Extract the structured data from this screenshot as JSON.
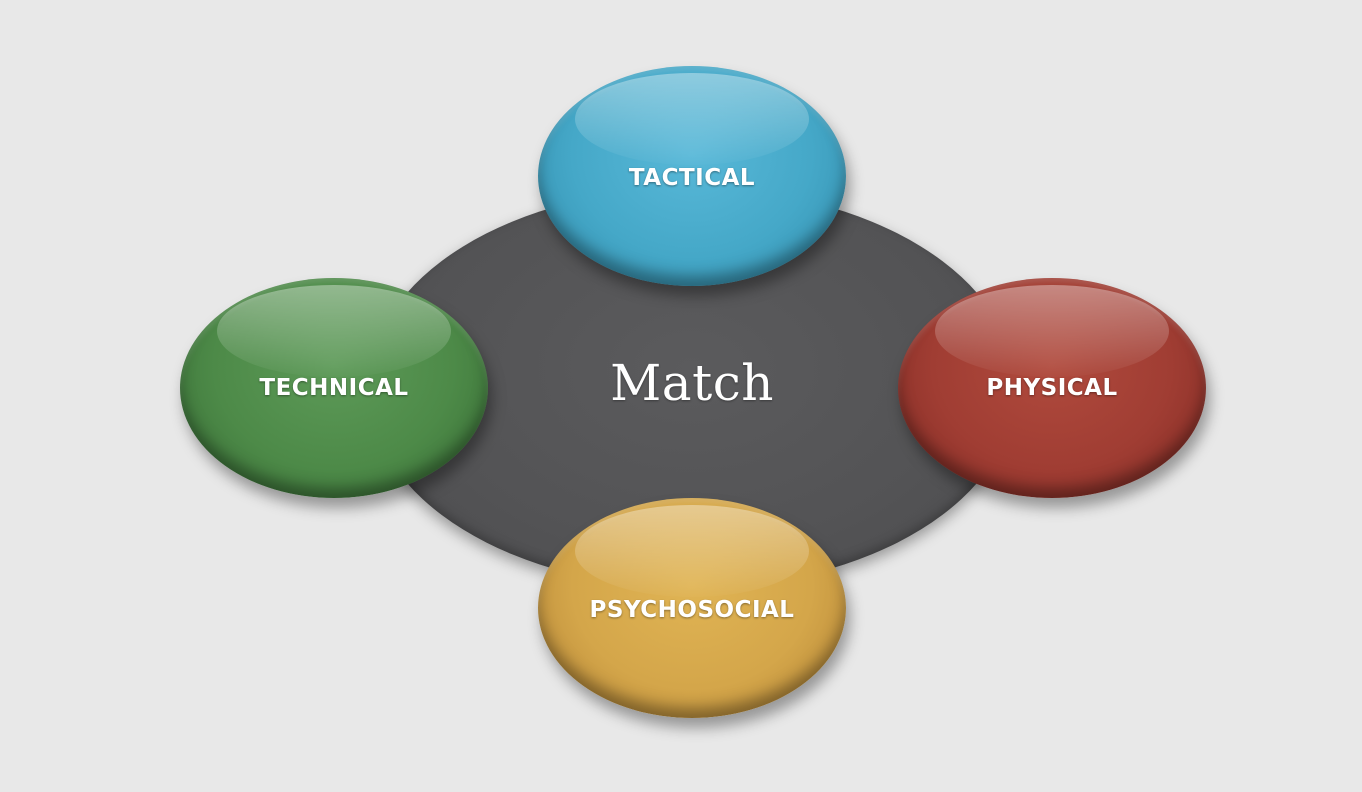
{
  "diagram": {
    "center": {
      "label": "Match",
      "color": "#555557"
    },
    "nodes": [
      {
        "id": "tactical",
        "label": "TACTICAL",
        "color": "#45a8c8"
      },
      {
        "id": "technical",
        "label": "TECHNICAL",
        "color": "#4d8a48"
      },
      {
        "id": "physical",
        "label": "PHYSICAL",
        "color": "#a03d33"
      },
      {
        "id": "psychosocial",
        "label": "PSYCHOSOCIAL",
        "color": "#d4a64a"
      }
    ],
    "background": "#e8e8e8"
  }
}
